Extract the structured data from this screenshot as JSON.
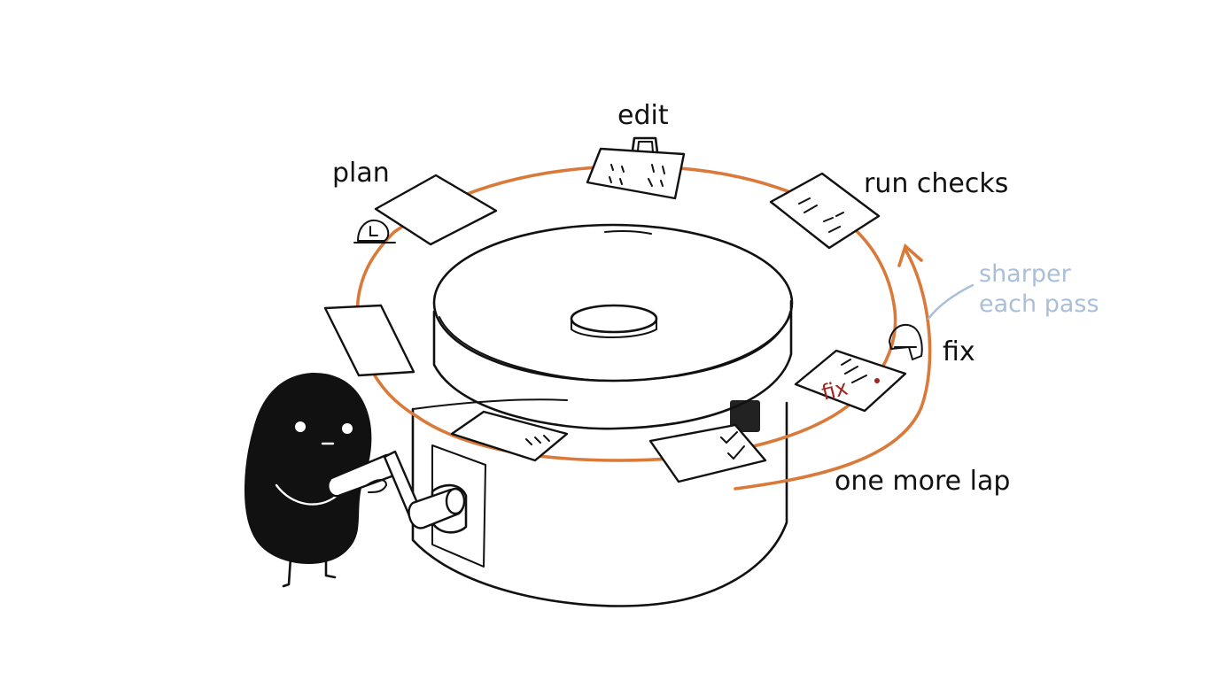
{
  "labels": {
    "plan": "plan",
    "edit": "edit",
    "run_checks": "run checks",
    "fix": "fix",
    "fix_sheet": "fix",
    "one_more_lap": "one more lap",
    "note_line_1": "sharper",
    "note_line_2": "each pass"
  },
  "colors": {
    "ink": "#111111",
    "loop_orange": "#d9793a",
    "note_blue": "#a9bfd8",
    "fix_red": "#a3231f"
  },
  "icons": {
    "plan_icon": "desk-lamp-icon",
    "edit_icon": "briefcase-icon",
    "fix_icon": "stapler-icon"
  }
}
